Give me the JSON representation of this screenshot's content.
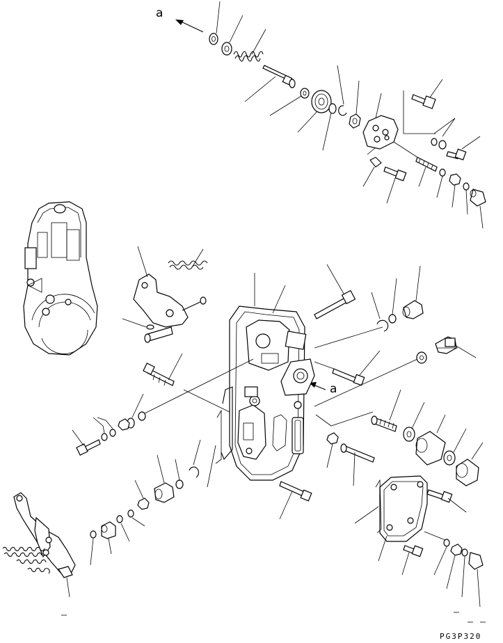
{
  "diagram": {
    "view_label_top": "a",
    "view_label_mid": "a",
    "drawing_code": "PG3P320"
  }
}
